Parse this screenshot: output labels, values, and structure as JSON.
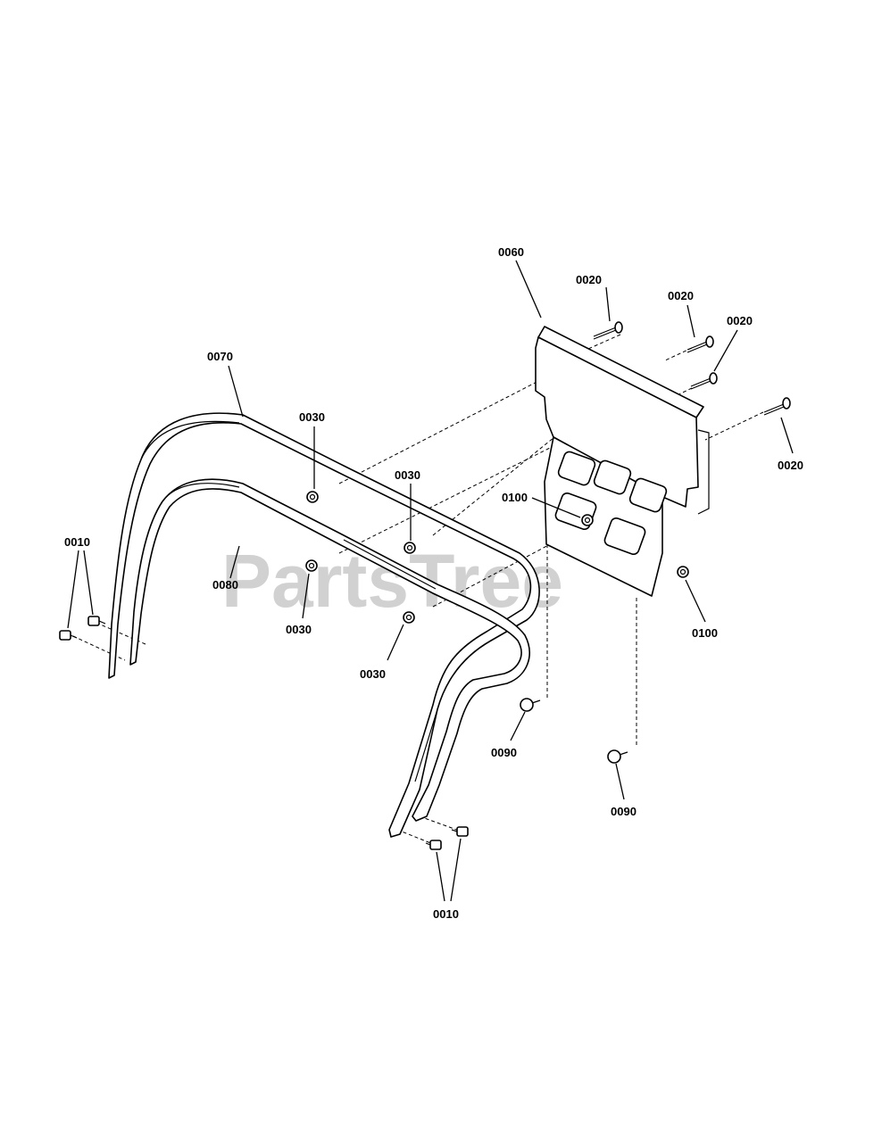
{
  "watermark": "PartsTree",
  "callouts": [
    {
      "id": "c0060",
      "text": "0060"
    },
    {
      "id": "c0020a",
      "text": "0020"
    },
    {
      "id": "c0020b",
      "text": "0020"
    },
    {
      "id": "c0020c",
      "text": "0020"
    },
    {
      "id": "c0020d",
      "text": "0020"
    },
    {
      "id": "c0070",
      "text": "0070"
    },
    {
      "id": "c0030a",
      "text": "0030"
    },
    {
      "id": "c0030b",
      "text": "0030"
    },
    {
      "id": "c0030c",
      "text": "0030"
    },
    {
      "id": "c0030d",
      "text": "0030"
    },
    {
      "id": "c0100a",
      "text": "0100"
    },
    {
      "id": "c0100b",
      "text": "0100"
    },
    {
      "id": "c0010a",
      "text": "0010"
    },
    {
      "id": "c0010b",
      "text": "0010"
    },
    {
      "id": "c0080",
      "text": "0080"
    },
    {
      "id": "c0090a",
      "text": "0090"
    },
    {
      "id": "c0090b",
      "text": "0090"
    }
  ]
}
